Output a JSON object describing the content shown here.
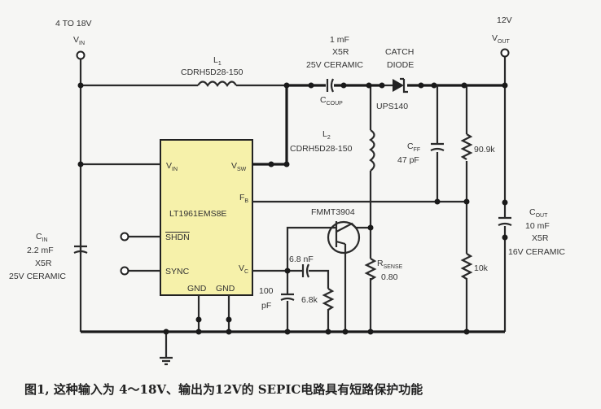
{
  "input": {
    "range": "4 TO 18V",
    "label": "V",
    "label_sub": "IN"
  },
  "output": {
    "voltage": "12V",
    "label": "V",
    "label_sub": "OUT"
  },
  "l1": {
    "name": "L",
    "name_sub": "1",
    "part": "CDRH5D28-150"
  },
  "l2": {
    "name": "L",
    "name_sub": "2",
    "part": "CDRH5D28-150"
  },
  "ccoup": {
    "value": "1  mF",
    "type": "X5R",
    "rating": "25V  CERAMIC",
    "name": "C",
    "name_sub": "COUP"
  },
  "diode": {
    "line1": "CATCH",
    "line2": "DIODE",
    "part": "UPS140"
  },
  "cff": {
    "name": "C",
    "name_sub": "FF",
    "value": "47  pF"
  },
  "r_top": "90.9k",
  "r_bottom": "10k",
  "cout": {
    "name": "C",
    "name_sub": "OUT",
    "value": "10  mF",
    "type": "X5R",
    "rating": "16V  CERAMIC"
  },
  "cin": {
    "name": "C",
    "name_sub": "IN",
    "value": "2.2  mF",
    "type": "X5R",
    "rating": "25V  CERAMIC"
  },
  "ic": {
    "part": "LT1961EMS8E",
    "pins": {
      "vin": "V",
      "vin_sub": "IN",
      "vsw": "V",
      "vsw_sub": "SW",
      "fb": "F",
      "fb_sub": "B",
      "shdn": "SHDN",
      "sync": "SYNC",
      "vc": "V",
      "vc_sub": "C",
      "gnd1": "GND",
      "gnd2": "GND"
    }
  },
  "transistor": "FMMT3904",
  "rsense": {
    "name": "R",
    "name_sub": "SENSE",
    "value": "0.80"
  },
  "comp_cap": "6.8  nF",
  "comp_res": "6.8k",
  "c100": {
    "value": "100",
    "unit": "pF"
  },
  "caption": "图1, 这种输入为 4～18V、输出为12V的 SEPIC电路具有短路保护功能",
  "colors": {
    "ic_fill": "#f6f1aa",
    "wire": "#222222",
    "background": "#f6f6f4"
  }
}
